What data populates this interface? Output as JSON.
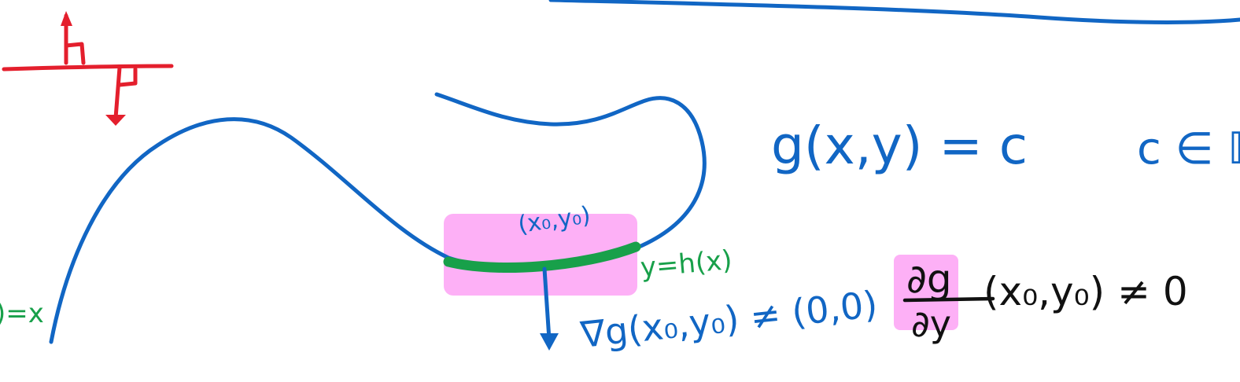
{
  "colors": {
    "blue_ink": "#1166c4",
    "red_ink": "#e41f2d",
    "green_ink": "#18a04a",
    "pink_highlight": "#fdb0f6",
    "black_ink": "#111111",
    "background": "#ffffff"
  },
  "labels": {
    "left_edge_fragment": ")=x",
    "point_label": "(x₀,y₀)",
    "implicit_fn": "y=h(x)",
    "gradient_condition": "∇g(x₀,y₀) ≠ (0,0)",
    "constraint_eq": "g(x,y) = c",
    "constraint_set": "c ∈ ℝ",
    "partial_numerator": "∂g",
    "partial_denominator": "∂y",
    "partial_args": "(x₀,y₀) ≠ 0"
  }
}
